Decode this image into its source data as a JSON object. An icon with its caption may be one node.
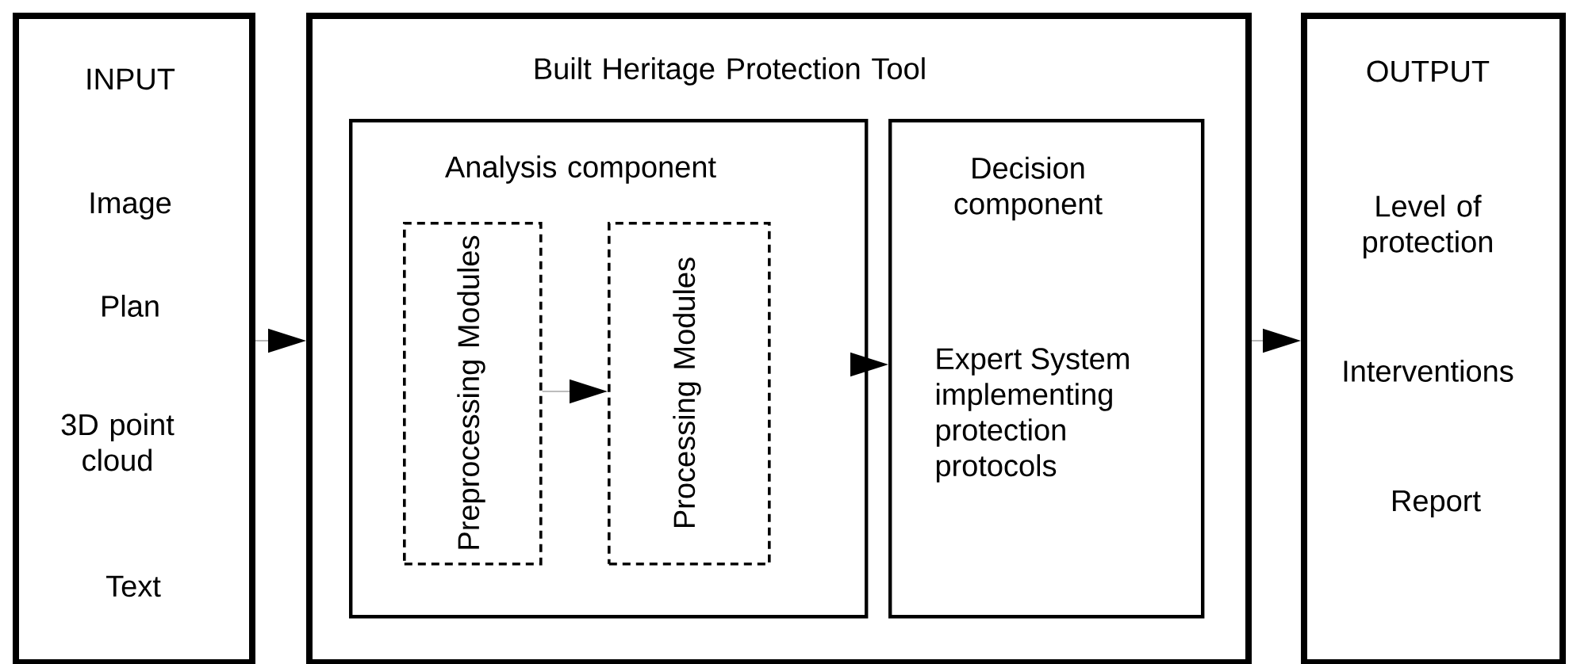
{
  "diagram": {
    "nodes": [
      {
        "text": [
          "INPUT",
          "Image",
          "Plan",
          "3D point cloud",
          "Text"
        ]
      },
      {
        "text": [
          "Built Heritage Protection Tool"
        ]
      },
      {
        "text": [
          "Analysis component"
        ],
        "in": 1
      },
      {
        "text": [
          "Preprocessing Modules"
        ],
        "in": 2
      },
      {
        "text": [
          "Processing Modules"
        ],
        "in": 2
      },
      {
        "text": [
          "Decision component",
          "Expert System implementing protection protocols"
        ],
        "in": 1
      },
      {
        "text": [
          "OUTPUT",
          "Level of protection",
          "Interventions",
          "Report"
        ]
      }
    ],
    "edges": [
      {
        "from": 0,
        "to": 1,
        "arrow": "to"
      },
      {
        "from": 3,
        "to": 4,
        "arrow": "to"
      },
      {
        "from": 2,
        "to": 5,
        "arrow": "to"
      },
      {
        "from": 1,
        "to": 6,
        "arrow": "to"
      }
    ]
  }
}
